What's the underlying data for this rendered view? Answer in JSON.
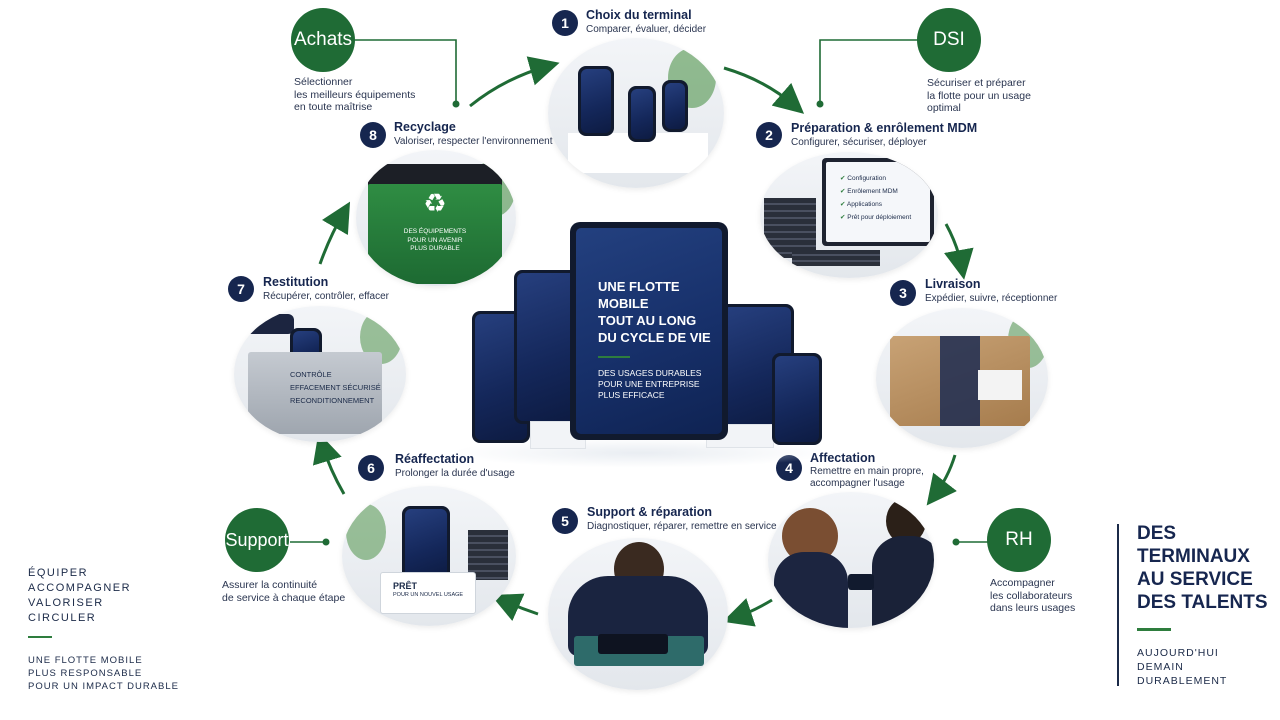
{
  "center": {
    "title_lines": [
      "UNE FLOTTE",
      "MOBILE",
      "TOUT AU LONG",
      "DU CYCLE DE VIE"
    ],
    "sub_lines": [
      "DES USAGES DURABLES",
      "POUR UNE ENTREPRISE",
      "PLUS EFFICACE"
    ]
  },
  "steps": [
    {
      "num": "1",
      "title": "Choix du terminal",
      "subtitle": "Comparer, évaluer, décider"
    },
    {
      "num": "2",
      "title": "Préparation & enrôlement MDM",
      "subtitle": "Configurer, sécuriser, déployer",
      "checklist": [
        "Configuration",
        "Enrôlement MDM",
        "Applications",
        "Prêt pour déploiement"
      ]
    },
    {
      "num": "3",
      "title": "Livraison",
      "subtitle": "Expédier, suivre, réceptionner"
    },
    {
      "num": "4",
      "title": "Affectation",
      "subtitle_lines": [
        "Remettre en main propre,",
        "accompagner l'usage"
      ]
    },
    {
      "num": "5",
      "title": "Support & réparation",
      "subtitle": "Diagnostiquer, réparer, remettre en service"
    },
    {
      "num": "6",
      "title": "Réaffectation",
      "subtitle": "Prolonger la durée d'usage",
      "box_main": "PRÊT",
      "box_sub": "POUR UN NOUVEL USAGE"
    },
    {
      "num": "7",
      "title": "Restitution",
      "subtitle": "Récupérer, contrôler, effacer",
      "box_lines": [
        "CONTRÔLE",
        "EFFACEMENT SÉCURISÉ",
        "RECONDITIONNEMENT"
      ]
    },
    {
      "num": "8",
      "title": "Recyclage",
      "subtitle": "Valoriser, respecter l'environnement",
      "bin_lines": [
        "DES ÉQUIPEMENTS",
        "POUR UN AVENIR",
        "PLUS DURABLE"
      ]
    }
  ],
  "stakeholders": [
    {
      "name": "Achats",
      "lines": [
        "Sélectionner",
        "les meilleurs équipements",
        "en toute maîtrise"
      ]
    },
    {
      "name": "DSI",
      "lines": [
        "Sécuriser et préparer",
        "la flotte pour un usage",
        "optimal"
      ]
    },
    {
      "name": "Support",
      "lines": [
        "Assurer la continuité",
        "de service à chaque étape"
      ]
    },
    {
      "name": "RH",
      "lines": [
        "Accompagner",
        "les collaborateurs",
        "dans leurs usages"
      ]
    }
  ],
  "left_column": {
    "verbs": [
      "ÉQUIPER",
      "ACCOMPAGNER",
      "VALORISER",
      "CIRCULER"
    ],
    "tagline": [
      "UNE FLOTTE MOBILE",
      "PLUS RESPONSABLE",
      "POUR UN IMPACT DURABLE"
    ]
  },
  "right_column": {
    "headline": [
      "DES",
      "TERMINAUX",
      "AU SERVICE",
      "DES TALENTS"
    ],
    "words": [
      "AUJOURD'HUI",
      "DEMAIN",
      "DURABLEMENT"
    ]
  },
  "colors": {
    "navy": "#16264f",
    "green": "#1f6b35",
    "accent_green": "#2e7d3e",
    "screen_blue": "#1b2f66"
  },
  "icons": [
    "recycle-icon",
    "check-icon",
    "arrow-icon"
  ]
}
